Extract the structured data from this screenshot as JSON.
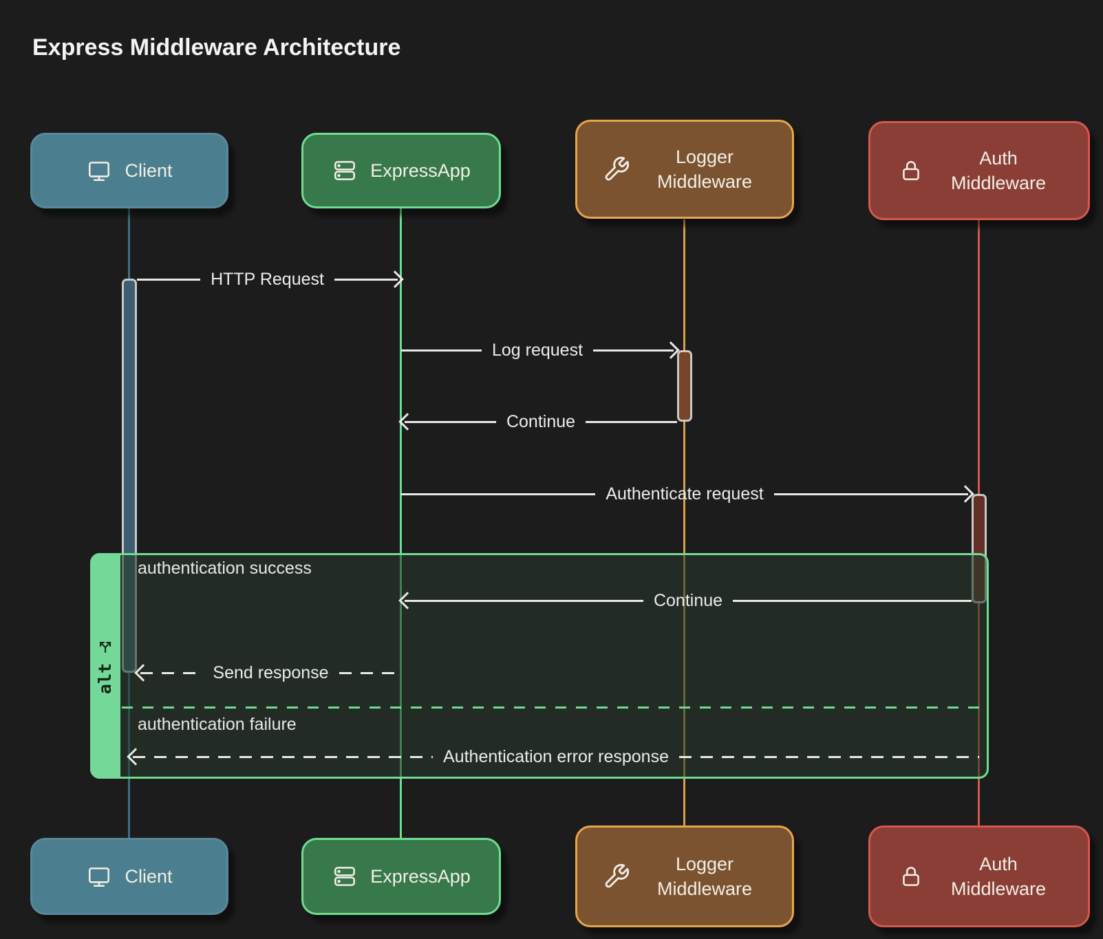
{
  "title": "Express Middleware Architecture",
  "participants": [
    {
      "name": "Client",
      "icon": "monitor-icon",
      "fill": "#4b7e8e",
      "border": "#57899a",
      "lifeline_color": "#3d7082",
      "activation_fill": "#3c6070"
    },
    {
      "name": "ExpressApp",
      "icon": "server-icon",
      "fill": "#37794b",
      "border": "#6fdd91",
      "lifeline_color": "#6fdd91"
    },
    {
      "name": "Logger Middleware",
      "icon": "wrench-icon",
      "fill": "#7c5331",
      "border": "#e6a64d",
      "lifeline_color": "#d9a04e",
      "activation_fill": "#76452a"
    },
    {
      "name": "Auth Middleware",
      "icon": "lock-icon",
      "fill": "#8b3e36",
      "border": "#d4584c",
      "lifeline_color": "#d4584c",
      "activation_fill": "#633028"
    }
  ],
  "messages": [
    {
      "from": "Client",
      "to": "ExpressApp",
      "label": "HTTP Request",
      "line": "solid",
      "arrow": "right"
    },
    {
      "from": "ExpressApp",
      "to": "Logger Middleware",
      "label": "Log request",
      "line": "solid",
      "arrow": "right"
    },
    {
      "from": "Logger Middleware",
      "to": "ExpressApp",
      "label": "Continue",
      "line": "solid",
      "arrow": "left"
    },
    {
      "from": "ExpressApp",
      "to": "Auth Middleware",
      "label": "Authenticate request",
      "line": "solid",
      "arrow": "right"
    },
    {
      "from": "Auth Middleware",
      "to": "ExpressApp",
      "label": "Continue",
      "line": "solid",
      "arrow": "left"
    },
    {
      "from": "ExpressApp",
      "to": "Client",
      "label": "Send response",
      "line": "dashed",
      "arrow": "left"
    },
    {
      "from": "Auth Middleware",
      "to": "Client",
      "label": "Authentication error response",
      "line": "dashed",
      "arrow": "left"
    }
  ],
  "alt_frame": {
    "label": "alt",
    "icon": "branch-arrows-icon",
    "border_color": "#6fdd91",
    "tab_color": "#74d998",
    "sections": [
      {
        "title": "authentication success"
      },
      {
        "title": "authentication failure"
      }
    ]
  },
  "colors": {
    "background": "#1d1c1c",
    "text": "#ececec",
    "arrow": "#e9e9e9",
    "activation_border": "#c9c9c9",
    "frame_divider": "#6fdd91"
  }
}
